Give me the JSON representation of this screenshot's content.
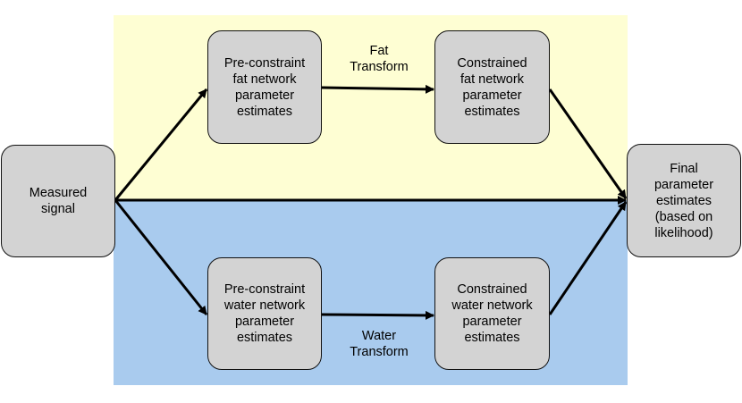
{
  "nodes": {
    "measured_signal": "Measured\nsignal",
    "pre_fat": "Pre-constraint\nfat network\nparameter\nestimates",
    "constrained_fat": "Constrained\nfat network\nparameter\nestimates",
    "pre_water": "Pre-constraint\nwater network\nparameter\nestimates",
    "constrained_water": "Constrained\nwater network\nparameter\nestimates",
    "final": "Final\nparameter\nestimates\n(based on\nlikelihood)"
  },
  "edge_labels": {
    "fat_transform": "Fat\nTransform",
    "water_transform": "Water\nTransform"
  },
  "colors": {
    "fat_region": "#fefed3",
    "water_region": "#a9cbee",
    "box_fill": "#d3d3d3",
    "arrow": "#000000"
  }
}
